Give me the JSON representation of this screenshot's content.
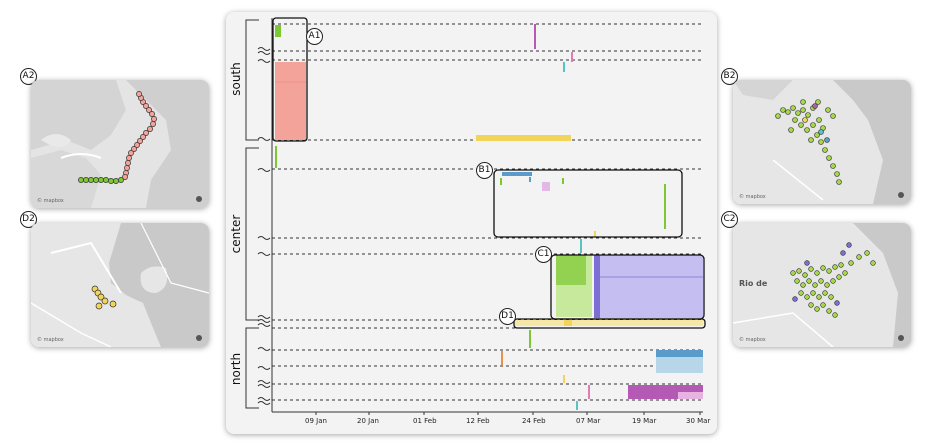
{
  "callouts": {
    "a1": "A1",
    "a2": "A2",
    "b1": "B1",
    "b2": "B2",
    "c1": "C1",
    "c2": "C2",
    "d1": "D1",
    "d2": "D2"
  },
  "regions": {
    "south": "south",
    "center": "center",
    "north": "north"
  },
  "x_axis": {
    "ticks": [
      "09 Jan",
      "20 Jan",
      "01 Feb",
      "12 Feb",
      "24 Feb",
      "07 Mar",
      "19 Mar",
      "30 Mar"
    ]
  },
  "maps": {
    "a2": {
      "attribution": "© mapbox"
    },
    "b2": {
      "attribution": "© mapbox"
    },
    "c2": {
      "attribution": "© mapbox",
      "place_label": "Rio de"
    },
    "d2": {
      "attribution": "© mapbox"
    }
  },
  "icons": {
    "map_info": "info-icon",
    "axis_break": "axis-break-icon"
  },
  "colors": {
    "green": "#7dc832",
    "salmon": "#f4a39b",
    "yellow": "#f2d45a",
    "blue": "#5b9bc9",
    "light_blue": "#b8d6ea",
    "purple": "#7b6fd4",
    "lavender": "#c4bff0",
    "magenta": "#b45ab4",
    "teal": "#57c4c4",
    "pink": "#e07bb7",
    "orange": "#e8914a"
  }
}
